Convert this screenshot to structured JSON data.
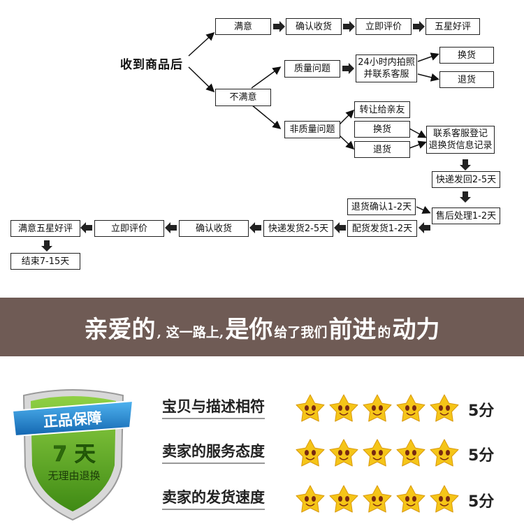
{
  "flowchart": {
    "title": "收到商品后",
    "satisfied": "满意",
    "dissatisfied": "不满意",
    "confirm_receipt_top": "确认收货",
    "review_now_top": "立即评价",
    "five_star_review": "五星好评",
    "quality_issue": "质量问题",
    "photo_24h": "24小时内拍照\n并联系客服",
    "exchange_quality": "换货",
    "refund_quality": "退货",
    "non_quality_issue": "非质量问题",
    "transfer_to_friend": "转让给亲友",
    "exchange_non_quality": "换货",
    "refund_non_quality": "退货",
    "contact_cs_record": "联系客服登记\n退换货信息记录",
    "express_return": "快递发回2-5天",
    "after_sales": "售后处理1-2天",
    "refund_confirm": "退货确认1-2天",
    "reship": "配货发货1-2天",
    "express_ship": "快递发货2-5天",
    "confirm_receipt_bottom": "确认收货",
    "review_now_bottom": "立即评价",
    "satisfied_five_star": "满意五星好评",
    "end": "结束7-15天"
  },
  "banner": {
    "part1": "亲爱的",
    "part2": ", 这一路上,",
    "part3": "是你",
    "part4": "给了我们",
    "part5": "前进",
    "part6": "的",
    "part7": "动力"
  },
  "badge": {
    "ribbon": "正品保障",
    "days": "7 天",
    "policy": "无理由退换"
  },
  "ratings": [
    {
      "label": "宝贝与描述相符",
      "stars": 5,
      "score": "5分"
    },
    {
      "label": "卖家的服务态度",
      "stars": 5,
      "score": "5分"
    },
    {
      "label": "卖家的发货速度",
      "stars": 5,
      "score": "5分"
    }
  ],
  "colors": {
    "banner_bg": "#6f5b55",
    "shield_green": "#5fa820",
    "ribbon_blue": "#1e88d2",
    "star_yellow": "#f5c518"
  }
}
